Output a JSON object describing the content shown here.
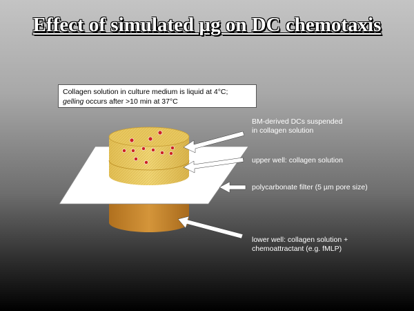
{
  "title": "Effect of simulated µg on DC chemotaxis",
  "note": {
    "line1": "Collagen solution in culture medium is liquid at 4°C;",
    "line2_em": "gelling",
    "line2_rest": " occurs after >10 min at 37°C"
  },
  "labels": {
    "dcs": {
      "line1": "BM-derived DCs suspended",
      "line2": "in collagen solution"
    },
    "upper_well": "upper well: collagen solution",
    "filter": "polycarbonate filter (5 µm pore size)",
    "lower_well": {
      "line1": "lower well: collagen solution +",
      "line2": "chemoattractant (e.g. fMLP)"
    }
  },
  "colors": {
    "lower_well": "#c8862e",
    "upper_well": "#e8c860",
    "cell": "#cc2222",
    "filter": "#ffffff",
    "arrow": "#ffffff"
  },
  "icons": {
    "arrow": "left-pointing-block-arrow",
    "cell": "dc-cell-dot"
  }
}
